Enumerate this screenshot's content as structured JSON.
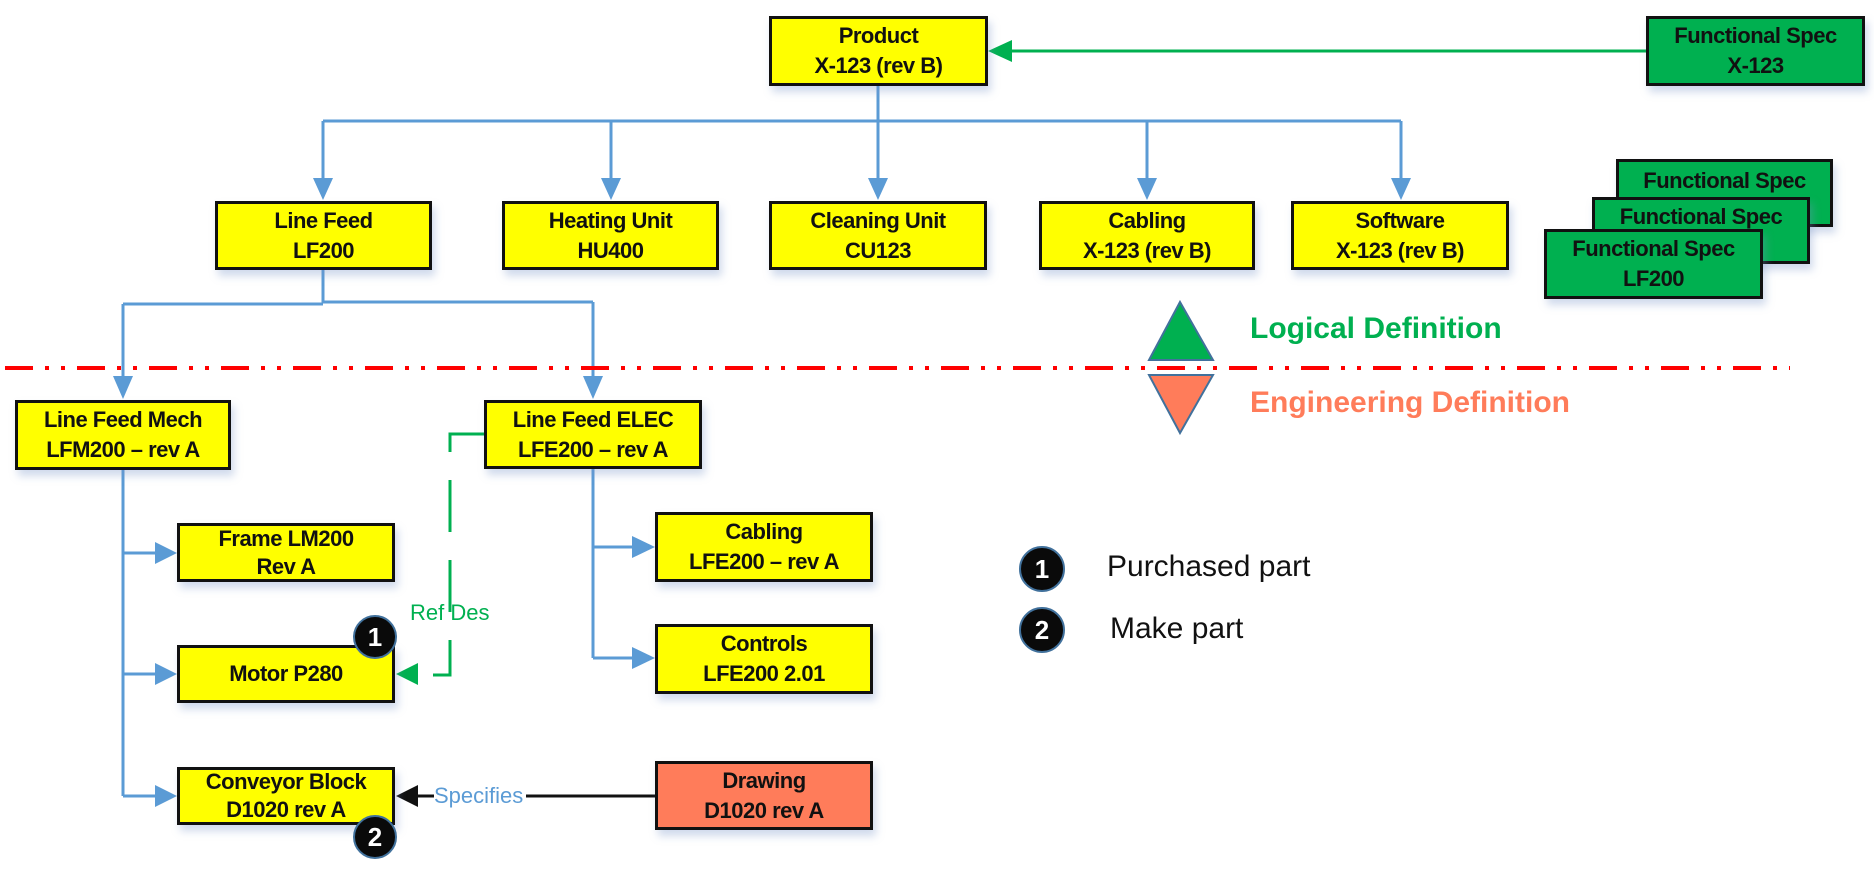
{
  "colors": {
    "part_fill": "#ffff00",
    "spec_fill": "#00b050",
    "drawing_fill": "#ff7c5a",
    "bom_link": "#5b9bd5",
    "spec_link": "#00b050",
    "divider": "#ff0000",
    "specifies_link": "#111111"
  },
  "nodes": {
    "product": {
      "line1": "Product",
      "line2": "X-123 (rev B)"
    },
    "functional_spec_x123": {
      "line1": "Functional Spec",
      "line2": "X-123"
    },
    "line_feed": {
      "line1": "Line Feed",
      "line2": "LF200"
    },
    "heating_unit": {
      "line1": "Heating Unit",
      "line2": "HU400"
    },
    "cleaning_unit": {
      "line1": "Cleaning Unit",
      "line2": "CU123"
    },
    "cabling_top": {
      "line1": "Cabling",
      "line2": "X-123 (rev B)"
    },
    "software": {
      "line1": "Software",
      "line2": "X-123 (rev B)"
    },
    "functional_spec_stack": [
      {
        "line1": "Functional Spec"
      },
      {
        "line1": "Functional Spec"
      },
      {
        "line1": "Functional Spec",
        "line2": "LF200"
      }
    ],
    "line_feed_mech": {
      "line1": "Line Feed Mech",
      "line2": "LFM200 – rev A"
    },
    "line_feed_elec": {
      "line1": "Line Feed ELEC",
      "line2": "LFE200 – rev A"
    },
    "frame": {
      "line1": "Frame LM200",
      "line2": "Rev A"
    },
    "motor": {
      "line1": "Motor P280"
    },
    "conveyor_block": {
      "line1": "Conveyor Block",
      "line2": "D1020 rev A"
    },
    "cabling_elec": {
      "line1": "Cabling",
      "line2": "LFE200 – rev A"
    },
    "controls": {
      "line1": "Controls",
      "line2": "LFE200 2.01"
    },
    "drawing": {
      "line1": "Drawing",
      "line2": "D1020 rev A"
    }
  },
  "sections": {
    "logical": "Logical Definition",
    "engineering": "Engineering Definition"
  },
  "link_labels": {
    "ref_des": "Ref Des",
    "specifies": "Specifies"
  },
  "badges": {
    "motor": "1",
    "conveyor_block": "2"
  },
  "legend": [
    {
      "badge": "1",
      "text": "Purchased part"
    },
    {
      "badge": "2",
      "text": "Make part"
    }
  ]
}
